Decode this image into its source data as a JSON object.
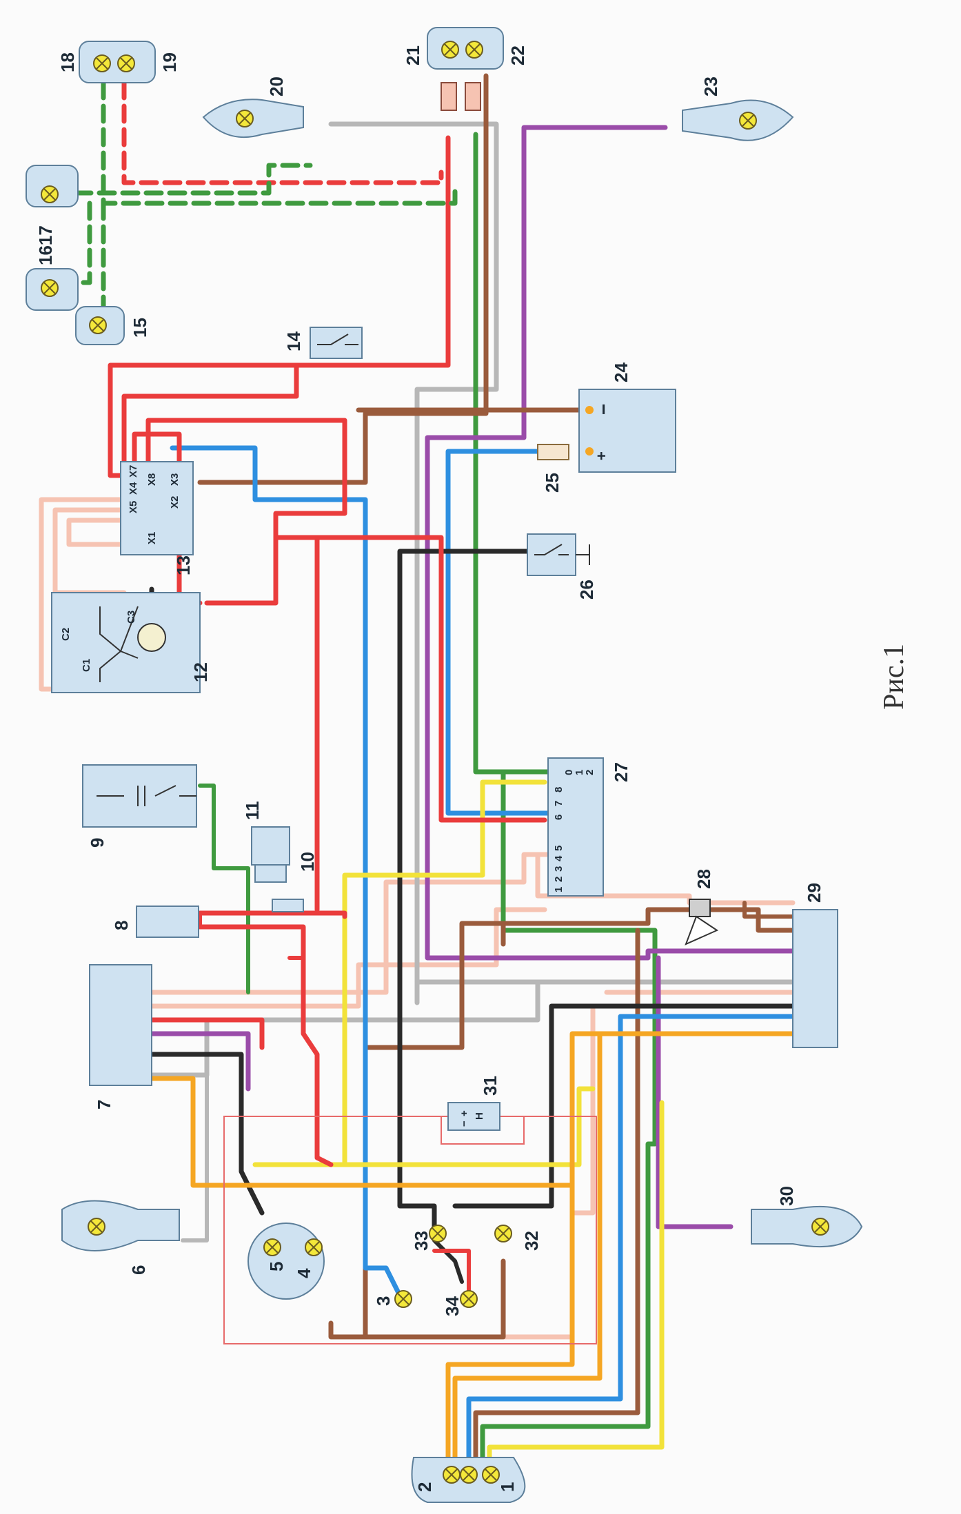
{
  "figure": {
    "caption": "Рис.1",
    "component_numbers": [
      "1",
      "2",
      "3",
      "4",
      "5",
      "6",
      "7",
      "8",
      "9",
      "10",
      "11",
      "12",
      "13",
      "14",
      "15",
      "1617",
      "18",
      "19",
      "20",
      "21",
      "22",
      "23",
      "24",
      "25",
      "26",
      "27",
      "28",
      "29",
      "30",
      "31",
      "32",
      "33",
      "34"
    ],
    "terminals": {
      "regulator": [
        "X5",
        "X4",
        "X7",
        "X8",
        "X3",
        "X2",
        "X1"
      ],
      "generator": [
        "C1",
        "C2",
        "C3"
      ],
      "switch_positions": [
        "0",
        "1",
        "2"
      ],
      "switch_contacts": [
        "1",
        "2",
        "3",
        "4",
        "5",
        "6",
        "7",
        "8"
      ],
      "battery_minus": "−",
      "battery_plus": "+",
      "relay_plus": "+",
      "relay_minus": "−",
      "relay_h": "Н"
    }
  },
  "colors": {
    "red": "#ea3c3c",
    "green": "#3f9a3f",
    "brown": "#9a5b3c",
    "gray": "#b7b7b7",
    "violet": "#9a4ca9",
    "blue": "#2e8fe0",
    "black": "#2a2a2a",
    "yellow": "#f2e23a",
    "orange": "#f5a623",
    "pink": "#f6c3b2",
    "lamp": "#f4e83a",
    "panel": "#cfe2f1"
  }
}
